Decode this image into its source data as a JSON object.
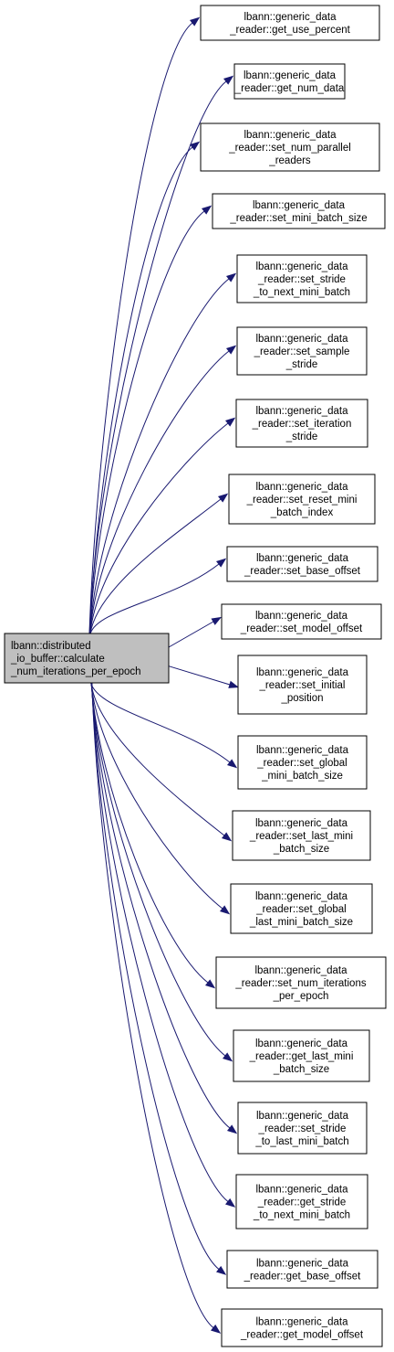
{
  "root": {
    "lines": [
      "lbann::distributed",
      "_io_buffer::calculate",
      "_num_iterations_per_epoch"
    ]
  },
  "callees": [
    {
      "lines": [
        "lbann::generic_data",
        "_reader::get_use_percent"
      ]
    },
    {
      "lines": [
        "lbann::generic_data",
        "_reader::get_num_data"
      ]
    },
    {
      "lines": [
        "lbann::generic_data",
        "_reader::set_num_parallel",
        "_readers"
      ]
    },
    {
      "lines": [
        "lbann::generic_data",
        "_reader::set_mini_batch_size"
      ]
    },
    {
      "lines": [
        "lbann::generic_data",
        "_reader::set_stride",
        "_to_next_mini_batch"
      ]
    },
    {
      "lines": [
        "lbann::generic_data",
        "_reader::set_sample",
        "_stride"
      ]
    },
    {
      "lines": [
        "lbann::generic_data",
        "_reader::set_iteration",
        "_stride"
      ]
    },
    {
      "lines": [
        "lbann::generic_data",
        "_reader::set_reset_mini",
        "_batch_index"
      ]
    },
    {
      "lines": [
        "lbann::generic_data",
        "_reader::set_base_offset"
      ]
    },
    {
      "lines": [
        "lbann::generic_data",
        "_reader::set_model_offset"
      ]
    },
    {
      "lines": [
        "lbann::generic_data",
        "_reader::set_initial",
        "_position"
      ]
    },
    {
      "lines": [
        "lbann::generic_data",
        "_reader::set_global",
        "_mini_batch_size"
      ]
    },
    {
      "lines": [
        "lbann::generic_data",
        "_reader::set_last_mini",
        "_batch_size"
      ]
    },
    {
      "lines": [
        "lbann::generic_data",
        "_reader::set_global",
        "_last_mini_batch_size"
      ]
    },
    {
      "lines": [
        "lbann::generic_data",
        "_reader::set_num_iterations",
        "_per_epoch"
      ]
    },
    {
      "lines": [
        "lbann::generic_data",
        "_reader::get_last_mini",
        "_batch_size"
      ]
    },
    {
      "lines": [
        "lbann::generic_data",
        "_reader::set_stride",
        "_to_last_mini_batch"
      ]
    },
    {
      "lines": [
        "lbann::generic_data",
        "_reader::get_stride",
        "_to_next_mini_batch"
      ]
    },
    {
      "lines": [
        "lbann::generic_data",
        "_reader::get_base_offset"
      ]
    },
    {
      "lines": [
        "lbann::generic_data",
        "_reader::get_model_offset"
      ]
    }
  ],
  "colors": {
    "edge": "#191970",
    "root_fill": "#bfbfbf",
    "node_fill": "#ffffff",
    "border": "#000000"
  }
}
